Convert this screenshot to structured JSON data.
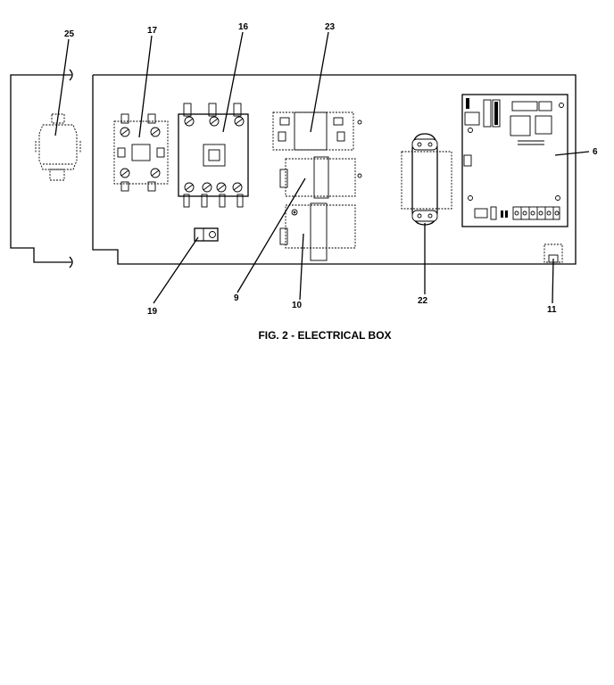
{
  "figure": {
    "caption": "FIG. 2 - ELECTRICAL BOX"
  },
  "callouts": {
    "p25": "25",
    "p17": "17",
    "p16": "16",
    "p23": "23",
    "p6": "6",
    "p19": "19",
    "p9": "9",
    "p10": "10",
    "p22": "22",
    "p11": "11"
  }
}
